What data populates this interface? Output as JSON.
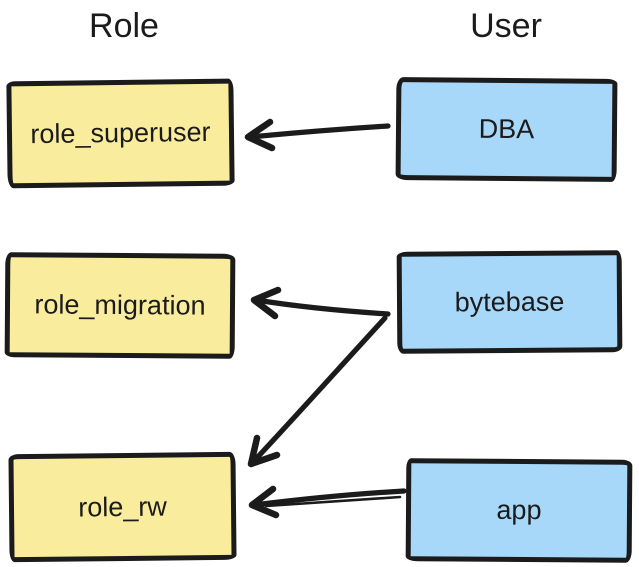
{
  "diagram": {
    "headers": {
      "left": "Role",
      "right": "User"
    },
    "roles": [
      {
        "label": "role_superuser"
      },
      {
        "label": "role_migration"
      },
      {
        "label": "role_rw"
      }
    ],
    "users": [
      {
        "label": "DBA"
      },
      {
        "label": "bytebase"
      },
      {
        "label": "app"
      }
    ],
    "edges": [
      {
        "from": "DBA",
        "to": "role_superuser"
      },
      {
        "from": "bytebase",
        "to": "role_migration"
      },
      {
        "from": "bytebase",
        "to": "role_rw"
      },
      {
        "from": "app",
        "to": "role_rw"
      }
    ],
    "colors": {
      "role_fill": "#faec9d",
      "user_fill": "#a7d8f9",
      "stroke": "#1b1b1b",
      "text": "#1b1b1b",
      "background": "#ffffff"
    }
  }
}
